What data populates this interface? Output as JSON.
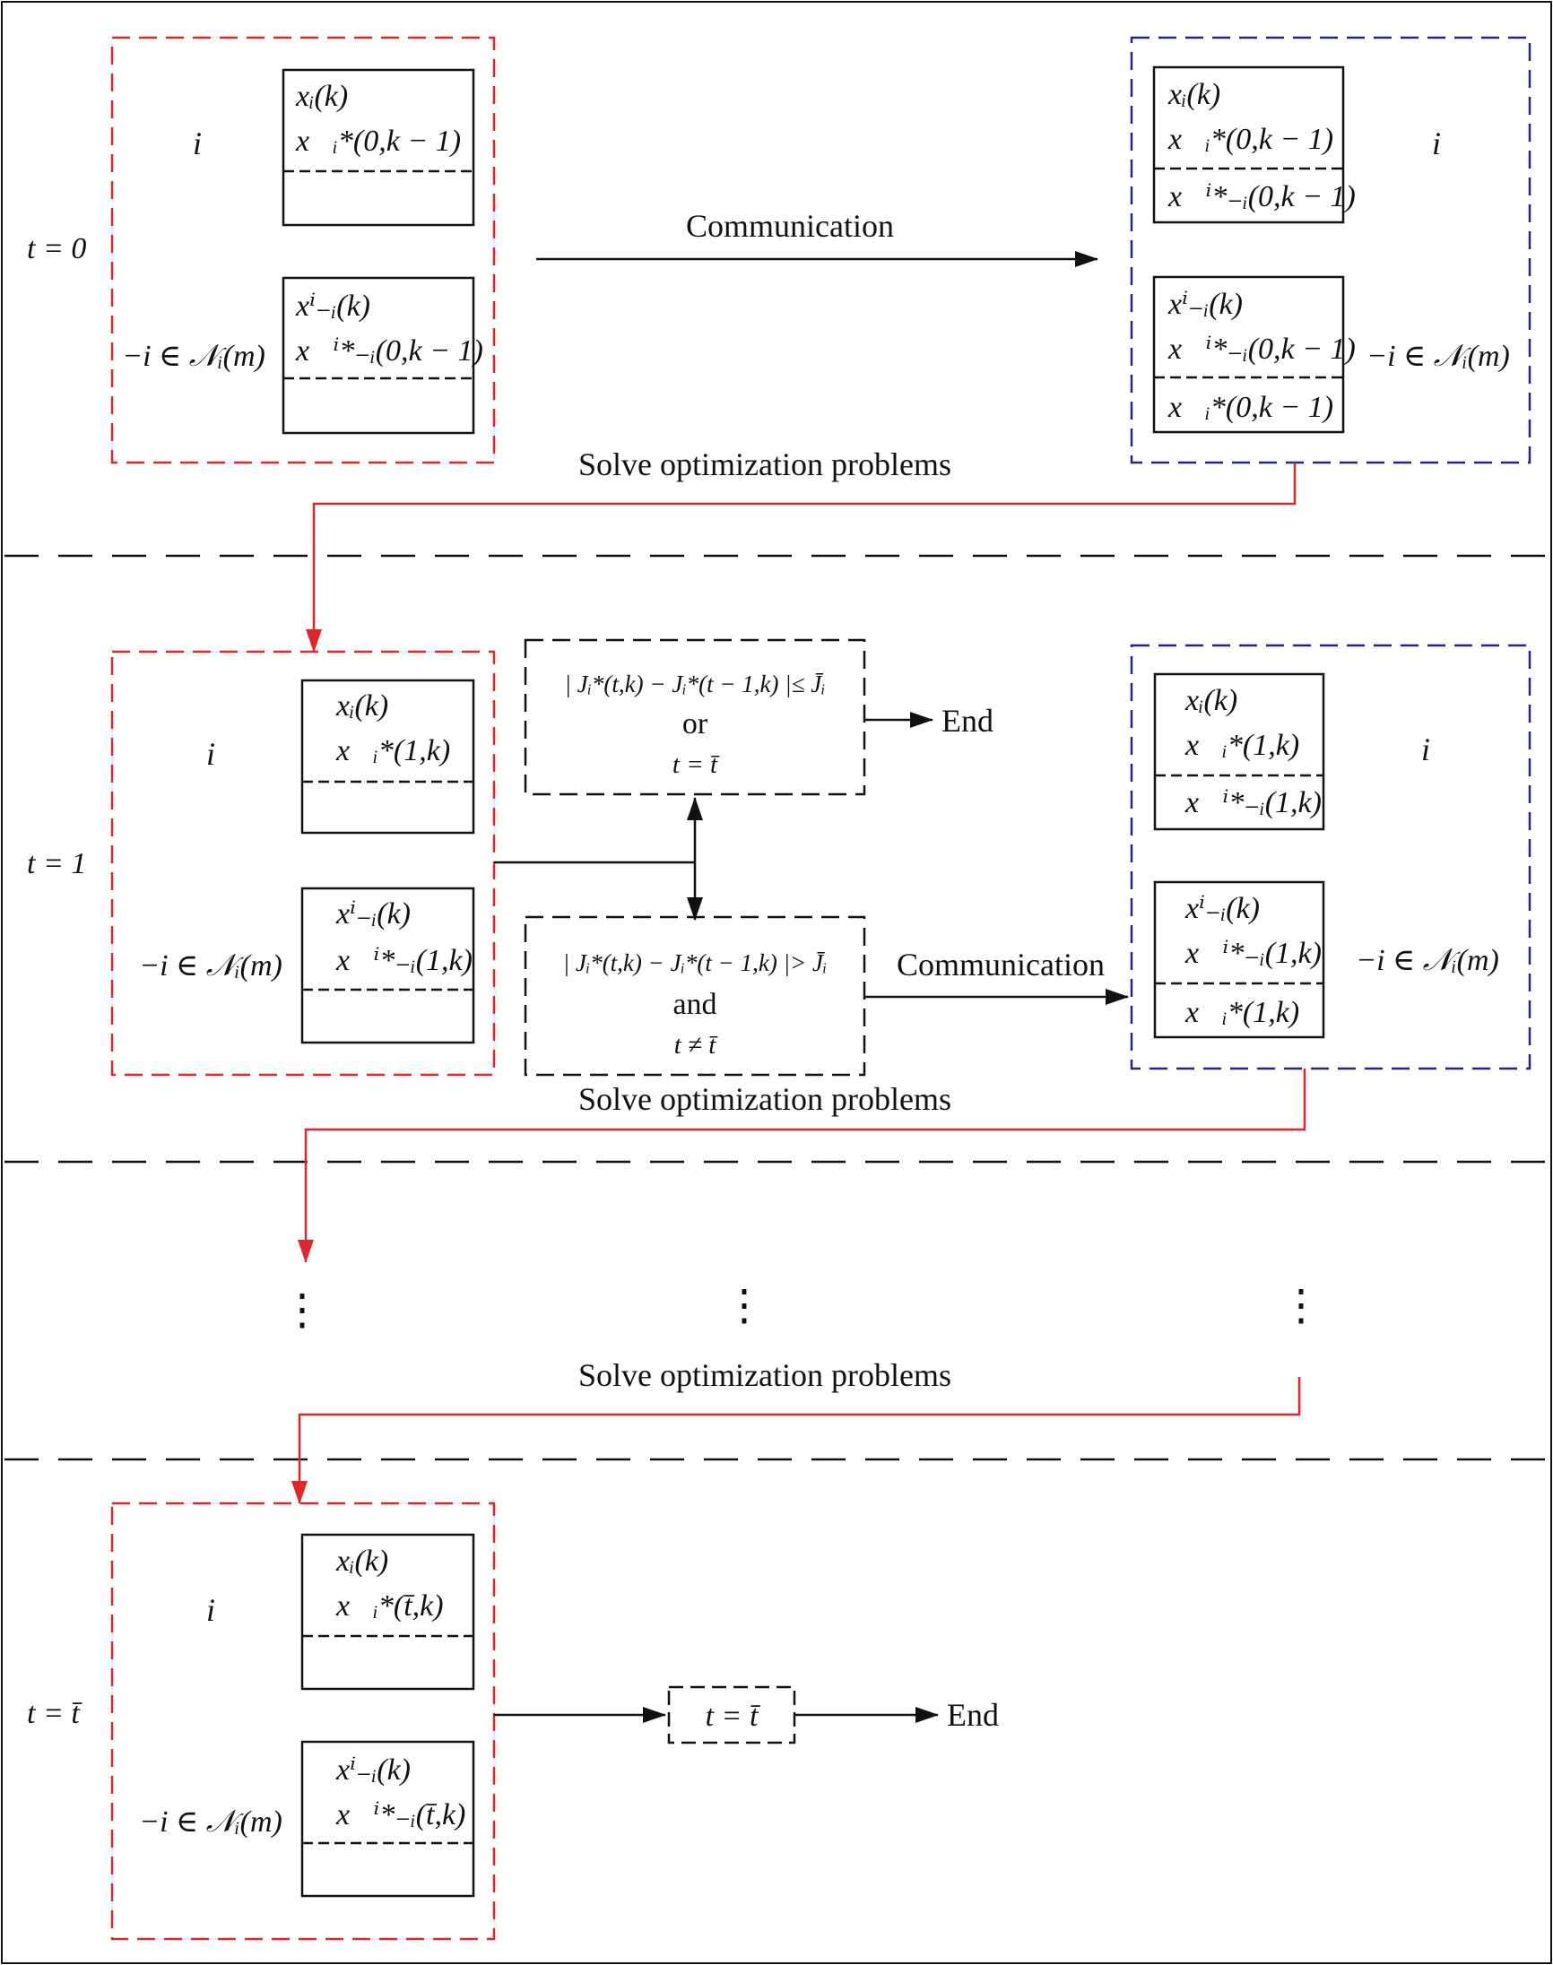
{
  "colors": {
    "ink": "#111111",
    "red": "#e0262a",
    "blue": "#23238a"
  },
  "labels": {
    "communication": "Communication",
    "solve": "Solve optimization problems",
    "end": "End",
    "or": "or",
    "and": "and",
    "agent_i": "i",
    "neighbor": "−i ∈ 𝒩ᵢ(m)",
    "vdots": "⋮"
  },
  "stages": {
    "t0": "t = 0",
    "t1": "t = 1",
    "tbar": "t = t̄"
  },
  "boxes": {
    "s0_local_i": [
      "xᵢ(k)",
      "x⃗ᵢ*(0,k − 1)",
      ""
    ],
    "s0_local_n": [
      "xⁱ₋ᵢ(k)",
      "x⃗ⁱ*₋ᵢ(0,k − 1)",
      ""
    ],
    "s0_recv_i": [
      "xᵢ(k)",
      "x⃗ᵢ*(0,k − 1)",
      "x⃗ⁱ*₋ᵢ(0,k − 1)"
    ],
    "s0_recv_n": [
      "xⁱ₋ᵢ(k)",
      "x⃗ⁱ*₋ᵢ(0,k − 1)",
      "x⃗ᵢ*(0,k − 1)"
    ],
    "s1_local_i": [
      "xᵢ(k)",
      "x⃗ᵢ*(1,k)",
      ""
    ],
    "s1_local_n": [
      "xⁱ₋ᵢ(k)",
      "x⃗ⁱ*₋ᵢ(1,k)",
      ""
    ],
    "s1_recv_i": [
      "xᵢ(k)",
      "x⃗ᵢ*(1,k)",
      "x⃗ⁱ*₋ᵢ(1,k)"
    ],
    "s1_recv_n": [
      "xⁱ₋ᵢ(k)",
      "x⃗ⁱ*₋ᵢ(1,k)",
      "x⃗ᵢ*(1,k)"
    ],
    "s2_local_i": [
      "xᵢ(k)",
      "x⃗ᵢ*(t̄,k)",
      ""
    ],
    "s2_local_n": [
      "xⁱ₋ᵢ(k)",
      "x⃗ⁱ*₋ᵢ(t̄,k)",
      ""
    ]
  },
  "conditions": {
    "stop": "| Jᵢ*(t,k) − Jᵢ*(t − 1,k) |≤ J̄ᵢ",
    "stop_t": "t = t̄",
    "continue": "| Jᵢ*(t,k) − Jᵢ*(t − 1,k) |> J̄ᵢ",
    "continue_t": "t ≠ t̄",
    "final": "t = t̄"
  }
}
